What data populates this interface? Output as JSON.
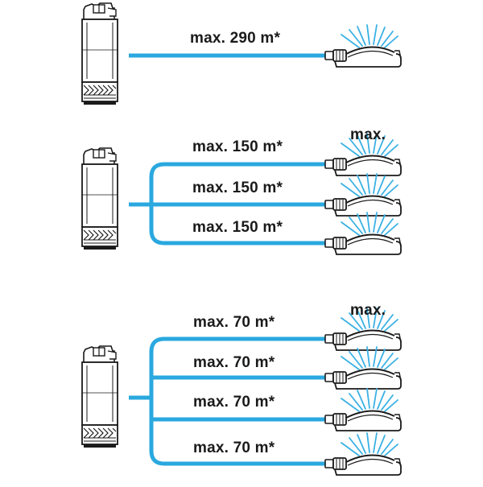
{
  "diagram": {
    "colors": {
      "pipe": "#2aa8df",
      "spray": "#3ab1e4",
      "ink": "#1a1a1a"
    },
    "icons": [
      "pump-icon",
      "sprinkler-icon"
    ],
    "rows": [
      {
        "label": "max. 290 m*",
        "sprinkler_count": 1
      },
      {
        "labels": [
          "max. 150 m*",
          "max. 150 m*",
          "max. 150 m*"
        ],
        "max_note": "max.",
        "sprinkler_count": 3
      },
      {
        "labels": [
          "max. 70 m*",
          "max. 70 m*",
          "max. 70 m*",
          "max. 70 m*"
        ],
        "max_note": "max.",
        "sprinkler_count": 4
      }
    ]
  }
}
